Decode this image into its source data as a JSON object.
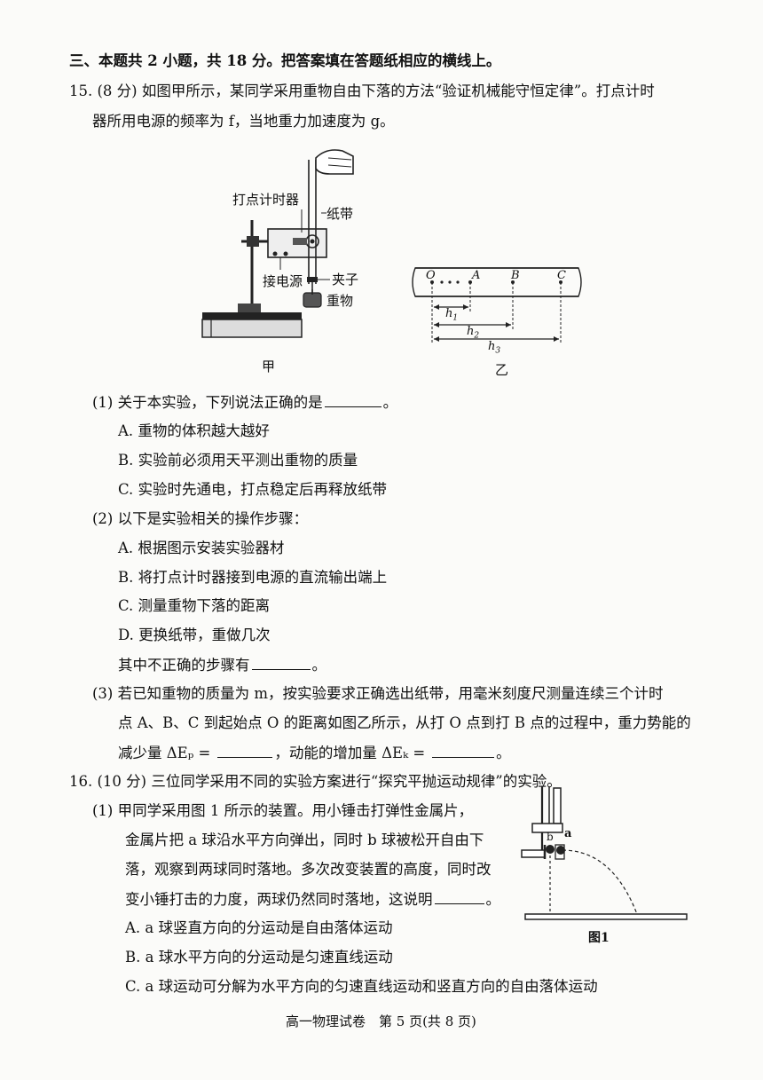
{
  "section_header": "三、本题共 2 小题，共 18 分。把答案填在答题纸相应的横线上。",
  "q15": {
    "stem_line1": "15. (8 分) 如图甲所示，某同学采用重物自由下落的方法“验证机械能守恒定律”。打点计时",
    "stem_line2": "器所用电源的频率为 f，当地重力加速度为 g。",
    "fig_jia": {
      "timer_label": "打点计时器",
      "tape_label": "纸带",
      "power_label": "接电源",
      "clip_label": "夹子",
      "weight_label": "重物",
      "caption": "甲"
    },
    "fig_yi": {
      "points": [
        "O",
        "A",
        "B",
        "C"
      ],
      "h1": "h1",
      "h2": "h2",
      "h3": "h3",
      "caption": "乙"
    },
    "p1": {
      "stem": "(1) 关于本实验，下列说法正确的是",
      "end": "。",
      "options": [
        "A. 重物的体积越大越好",
        "B. 实验前必须用天平测出重物的质量",
        "C. 实验时先通电，打点稳定后再释放纸带"
      ]
    },
    "p2": {
      "stem": "(2) 以下是实验相关的操作步骤：",
      "options": [
        "A. 根据图示安装实验器材",
        "B. 将打点计时器接到电源的直流输出端上",
        "C. 测量重物下落的距离",
        "D. 更换纸带，重做几次"
      ],
      "ask": "其中不正确的步骤有",
      "end": "。"
    },
    "p3": {
      "line1": "(3) 若已知重物的质量为 m，按实验要求正确选出纸带，用毫米刻度尺测量连续三个计时",
      "line2": "点 A、B、C 到起始点 O 的距离如图乙所示，从打 O 点到打 B 点的过程中，重力势能的",
      "line3_a": "减少量 ΔEₚ =",
      "line3_b": "，动能的增加量 ΔEₖ =",
      "line3_end": "。"
    }
  },
  "q16": {
    "stem": "16. (10 分) 三位同学采用不同的实验方案进行“探究平抛运动规律”的实验。",
    "p1": {
      "line1": "(1) 甲同学采用图 1 所示的装置。用小锤击打弹性金属片，",
      "line2": "金属片把 a 球沿水平方向弹出，同时 b 球被松开自由下",
      "line3": "落，观察到两球同时落地。多次改变装置的高度，同时改",
      "line4": "变小锤打击的力度，两球仍然同时落地，这说明",
      "line4_end": "。",
      "options": [
        "A. a 球竖直方向的分运动是自由落体运动",
        "B. a 球水平方向的分运动是匀速直线运动",
        "C. a 球运动可分解为水平方向的匀速直线运动和竖直方向的自由落体运动"
      ]
    },
    "fig1": {
      "ball_a": "a",
      "ball_b": "b",
      "caption": "图1"
    }
  },
  "footer": "高一物理试卷　第 5 页(共 8 页)"
}
